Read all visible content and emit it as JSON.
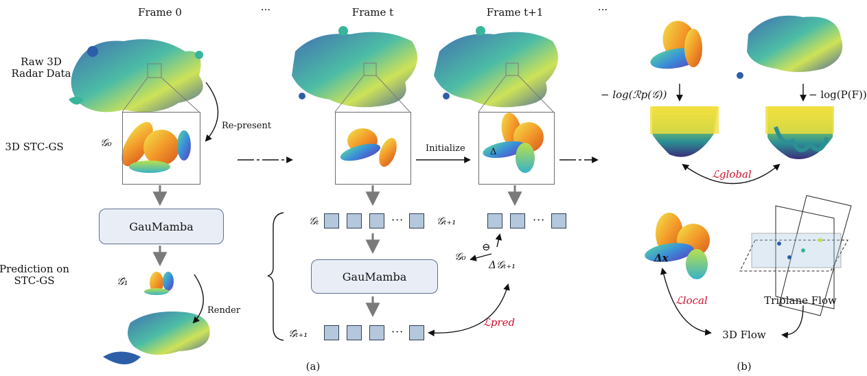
{
  "frames": {
    "frame0": "Frame 0",
    "dots": "···",
    "frame_t": "Frame t",
    "frame_t1": "Frame t+1"
  },
  "left": {
    "raw_radar": "Raw 3D\nRadar Data",
    "stcgs": "3D STC-GS",
    "represent": "Re-present",
    "g0": "𝒢₀",
    "gaumamba": "GauMamba",
    "prediction": "Prediction on\nSTC-GS",
    "g1_hat": "𝒢̂₁",
    "render": "Render"
  },
  "middle": {
    "initialize": "Initialize",
    "delta": "Δ",
    "g_t": "𝒢ₜ",
    "g_t1": "𝒢ₜ₊₁",
    "gaumamba": "GauMamba",
    "g0": "𝒢₀",
    "ominus": "⊖",
    "delta_g": "Δ𝒢ₜ₊₁",
    "g_t1_hat": "𝒢̂ₜ₊₁",
    "tok_dots": "···",
    "l_pred": "ℒpred",
    "caption": "(a)"
  },
  "right": {
    "neglog_r": "− log(ℛp(𝒢))",
    "neglog_p": "− log(P(F))",
    "l_global": "ℒglobal",
    "delta_x": "Δx",
    "l_local": "ℒlocal",
    "triplane": "Triplane Flow",
    "flow3d": "3D Flow",
    "caption": "(b)"
  },
  "colors": {
    "accent_red": "#d0102b",
    "token_fill": "#b5c7dc",
    "gau_fill": "#e9eef6",
    "arrow": "#7a7a7a"
  }
}
